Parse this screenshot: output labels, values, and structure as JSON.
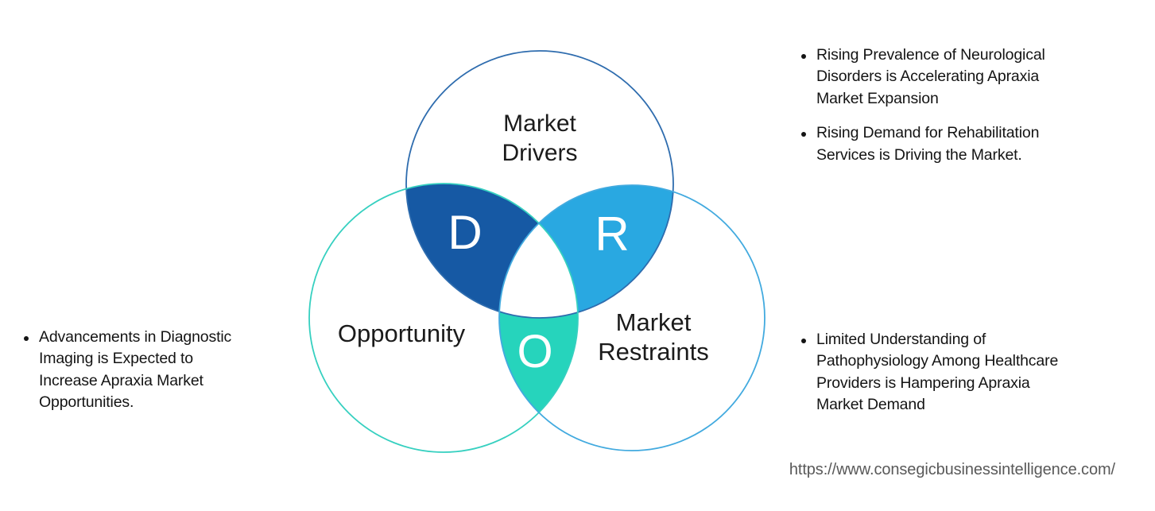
{
  "colors": {
    "background": "#ffffff",
    "drivers_stroke": "#2e6cae",
    "opportunity_stroke": "#36d0c0",
    "restraints_stroke": "#42aadf",
    "drivers_opportunity_fill": "#1659a4",
    "drivers_restraints_fill": "#29a8e1",
    "opportunity_restraints_fill": "#26d4bc",
    "letter_color": "#ffffff",
    "label_color": "#1b1b1b",
    "body_text": "#141414",
    "url_text": "#595959"
  },
  "venn": {
    "labels": {
      "drivers_line1": "Market",
      "drivers_line2": "Drivers",
      "opportunity": "Opportunity",
      "restraints_line1": "Market",
      "restraints_line2": "Restraints"
    },
    "letters": {
      "d": "D",
      "r": "R",
      "o": "O"
    }
  },
  "annotations": {
    "drivers": [
      {
        "lines": [
          "Rising Prevalence of Neurological",
          "Disorders is Accelerating Apraxia",
          "Market Expansion"
        ]
      },
      {
        "lines": [
          "Rising Demand for Rehabilitation",
          "Services is Driving the Market."
        ]
      }
    ],
    "opportunity": [
      {
        "lines": [
          "Advancements in Diagnostic",
          "Imaging is Expected to",
          "Increase Apraxia Market",
          "Opportunities."
        ]
      }
    ],
    "restraints": [
      {
        "lines": [
          "Limited Understanding of",
          "Pathophysiology Among Healthcare",
          "Providers is Hampering Apraxia",
          "Market Demand"
        ]
      }
    ]
  },
  "footer": {
    "url": "https://www.consegicbusinessintelligence.com/"
  }
}
